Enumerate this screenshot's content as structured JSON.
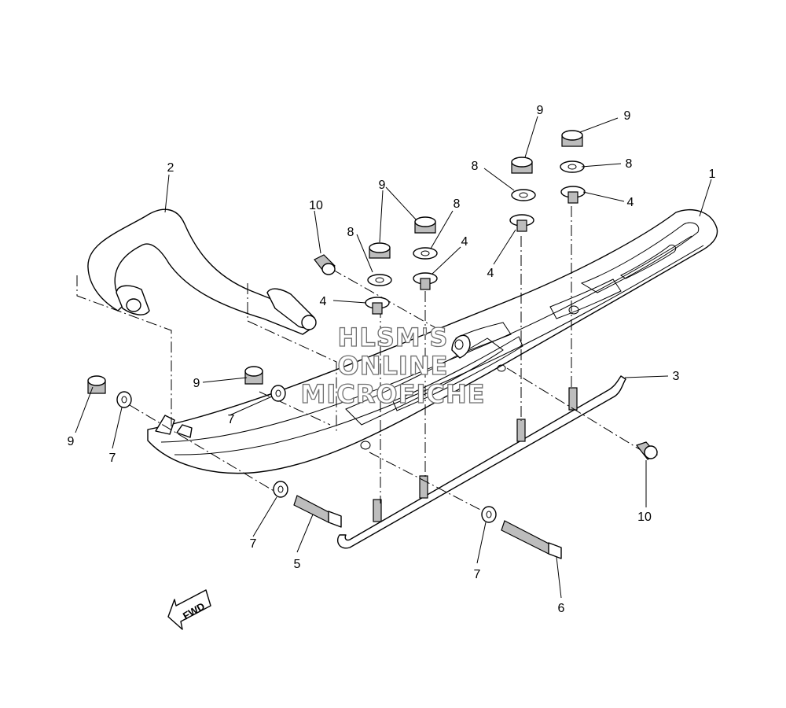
{
  "callouts": {
    "c1": "1",
    "c2": "2",
    "c3": "3",
    "c4a": "4",
    "c4b": "4",
    "c4c": "4",
    "c4d": "4",
    "c5": "5",
    "c6": "6",
    "c7a": "7",
    "c7b": "7",
    "c7c": "7",
    "c7d": "7",
    "c8a": "8",
    "c8b": "8",
    "c8c": "8",
    "c8d": "8",
    "c9a": "9",
    "c9b": "9",
    "c9c": "9",
    "c9d": "9",
    "c9e": "9",
    "c10a": "10",
    "c10b": "10"
  },
  "watermark": {
    "line1": "HLSM'S",
    "line2": "ONLINE",
    "line3": "MICROFICHE"
  },
  "fwd_label": "FWD"
}
